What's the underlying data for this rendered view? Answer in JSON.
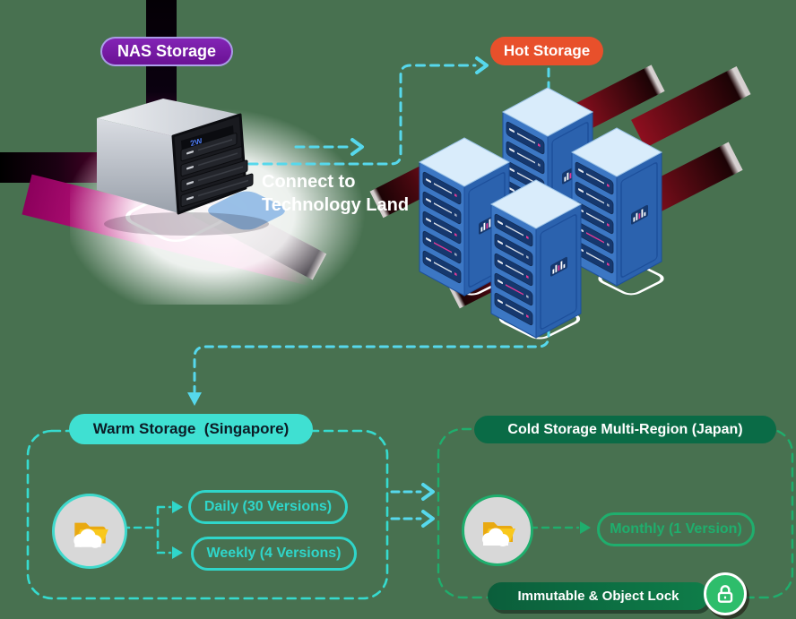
{
  "background": "#487150",
  "nas": {
    "badge_label": "NAS Storage",
    "display_text": "2W"
  },
  "hot": {
    "badge_label": "Hot Storage"
  },
  "note": {
    "line1": "Connect to",
    "line2": "Technology Land"
  },
  "warm": {
    "badge_label": "Warm Storage  (Singapore)",
    "policies": [
      {
        "label": "Daily (30 Versions)"
      },
      {
        "label": "Weekly (4 Versions)"
      }
    ]
  },
  "cold": {
    "badge_label": "Cold Storage Multi-Region (Japan)",
    "policies": [
      {
        "label": "Monthly (1 Version)"
      }
    ],
    "lock_label": "Immutable & Object Lock"
  },
  "colors": {
    "nas_badge": "#7b1fa2",
    "hot_badge": "#e8502b",
    "warm_badge": "#3fe0d2",
    "warm_accent": "#2fd6ca",
    "cold_badge": "#0a6b46",
    "cold_accent": "#1fae6d",
    "arrow_cyan": "#56d8ec",
    "lock_green": "#2ebd6b"
  }
}
